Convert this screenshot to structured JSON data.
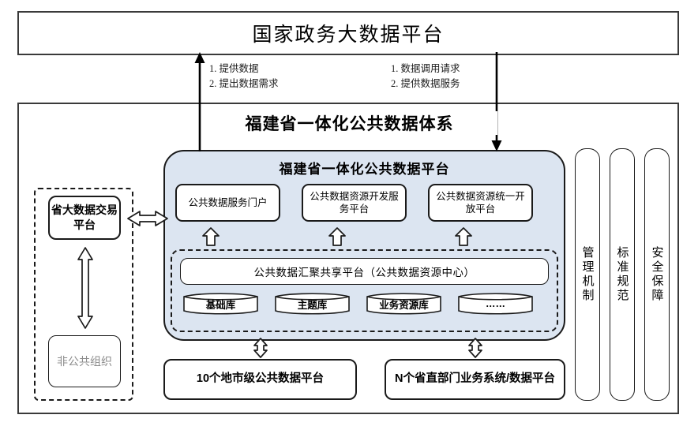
{
  "national": {
    "title": "国家政务大数据平台"
  },
  "annotations": {
    "left": "1. 提供数据\n2. 提出数据需求",
    "right": "1. 数据调用请求\n2. 提供数据服务"
  },
  "system": {
    "title": "福建省一体化公共数据体系"
  },
  "platform": {
    "title": "福建省一体化公共数据平台",
    "services": [
      {
        "label": "公共数据服务门户"
      },
      {
        "label": "公共数据资源开发服务平台"
      },
      {
        "label": "公共数据资源统一开放平台"
      }
    ],
    "hub": "公共数据汇聚共享平台（公共数据资源中心）",
    "databases": [
      {
        "label": "基础库"
      },
      {
        "label": "主题库"
      },
      {
        "label": "业务资源库"
      },
      {
        "label": "……"
      }
    ]
  },
  "left_column": {
    "trade_platform": "省大数据交易平台",
    "non_public": "非公共组织"
  },
  "pillars": [
    {
      "label": "管理机制"
    },
    {
      "label": "标准规范"
    },
    {
      "label": "安全保障"
    }
  ],
  "bottom": [
    {
      "label": "10个地市级公共数据平台"
    },
    {
      "label": "N个省直部门业务系统/数据平台"
    }
  ],
  "colors": {
    "panel_blue": "#dce5f1",
    "outline": "#1a1a1a",
    "frame": "#3a3a3a",
    "muted_text": "#8c8c8c"
  }
}
